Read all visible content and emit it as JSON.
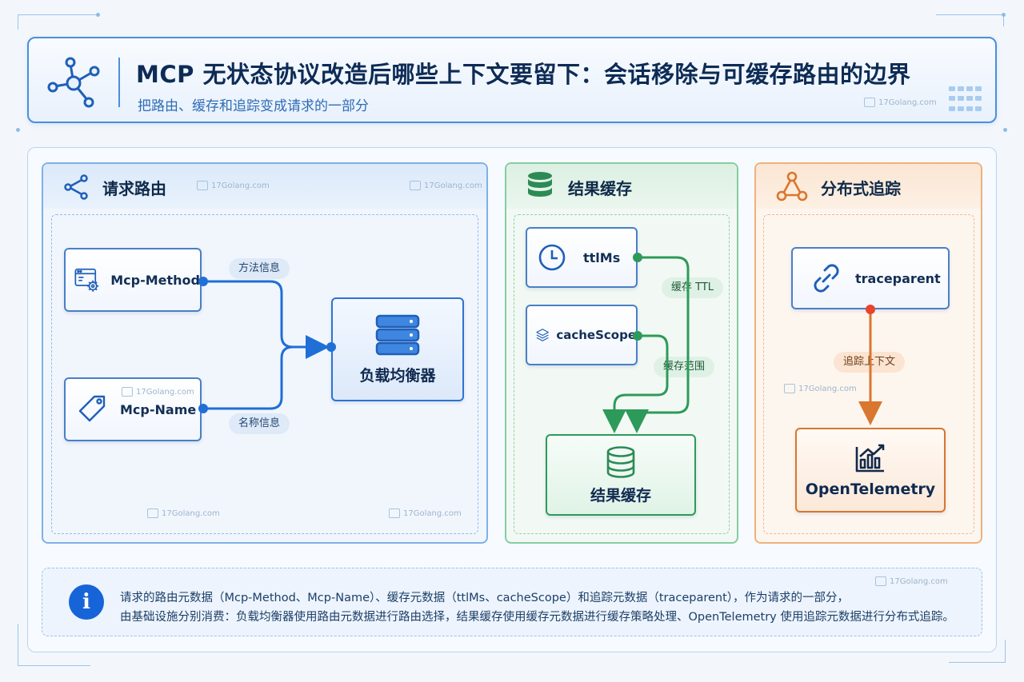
{
  "header": {
    "title": "MCP 无状态协议改造后哪些上下文要留下：会话移除与可缓存路由的边界",
    "subtitle": "把路由、缓存和追踪变成请求的一部分",
    "watermark": "17Golang.com"
  },
  "panels": {
    "routing": {
      "title": "请求路由",
      "method_node": "Mcp-Method",
      "name_node": "Mcp-Name",
      "method_pill": "方法信息",
      "name_pill": "名称信息",
      "target_node": "负载均衡器"
    },
    "cache": {
      "title": "结果缓存",
      "ttl_node": "ttlMs",
      "scope_node": "cacheScope",
      "ttl_pill": "缓存 TTL",
      "scope_pill": "缓存范围",
      "target_node": "结果缓存"
    },
    "tracing": {
      "title": "分布式追踪",
      "trace_node": "traceparent",
      "trace_pill": "追踪上下文",
      "target_node": "OpenTelemetry"
    }
  },
  "info": {
    "icon": "i",
    "line1": "请求的路由元数据（Mcp-Method、Mcp-Name）、缓存元数据（ttlMs、cacheScope）和追踪元数据（traceparent），作为请求的一部分，",
    "line2": "由基础设施分别消费：负载均衡器使用路由元数据进行路由选择，结果缓存使用缓存元数据进行缓存策略处理、OpenTelemetry 使用追踪元数据进行分布式追踪。"
  },
  "colors": {
    "blue": "#1f6fd6",
    "green": "#2d9a5a",
    "orange": "#d9772f",
    "red_dot": "#e8452c"
  }
}
